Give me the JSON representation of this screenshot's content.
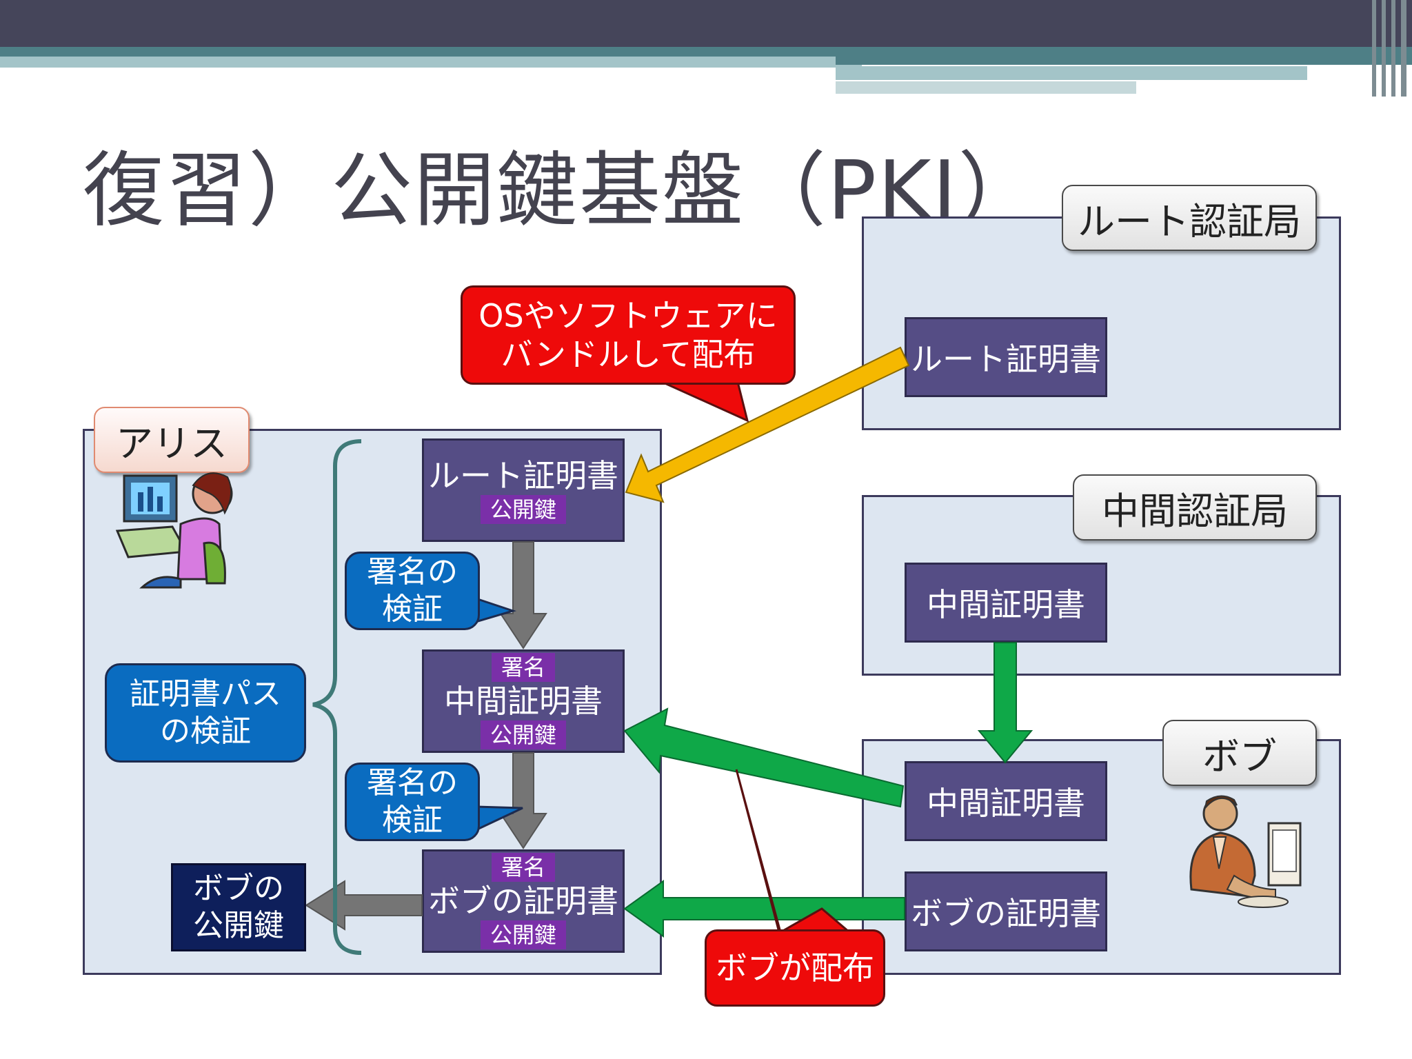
{
  "slide": {
    "title": "復習）公開鍵基盤（PKI）",
    "colors": {
      "header_bar": "#45455a",
      "teal_bar": "#4e7f86",
      "panel": "#dde6f1",
      "certificate": "#554d85",
      "chip": "#7a2fa8",
      "callout_blue": "#0a6cc0",
      "callout_red": "#ee0a0a",
      "arrow_yellow": "#f5b800",
      "arrow_green": "#0fa848",
      "arrow_gray": "#757575"
    }
  },
  "root_ca": {
    "label": "ルート認証局",
    "cert": "ルート証明書"
  },
  "intermediate_ca": {
    "label": "中間認証局",
    "cert": "中間証明書"
  },
  "bob": {
    "label": "ボブ",
    "intermediate_cert": "中間証明書",
    "own_cert": "ボブの証明書",
    "icon": "bob-person-icon"
  },
  "alice": {
    "label": "アリス",
    "icon": "alice-person-icon",
    "root_cert": {
      "name": "ルート証明書",
      "key": "公開鍵"
    },
    "intermediate_cert": {
      "sign": "署名",
      "name": "中間証明書",
      "key": "公開鍵"
    },
    "bob_cert": {
      "sign": "署名",
      "name": "ボブの証明書",
      "key": "公開鍵"
    },
    "verify1": [
      "署名の",
      "検証"
    ],
    "verify2": [
      "署名の",
      "検証"
    ],
    "path_verify": [
      "証明書パス",
      "の検証"
    ],
    "bob_public_key": [
      "ボブの",
      "公開鍵"
    ]
  },
  "callouts": {
    "bundle": [
      "OSやソフトウェアに",
      "バンドルして配布"
    ],
    "bob_distributes": "ボブが配布"
  }
}
